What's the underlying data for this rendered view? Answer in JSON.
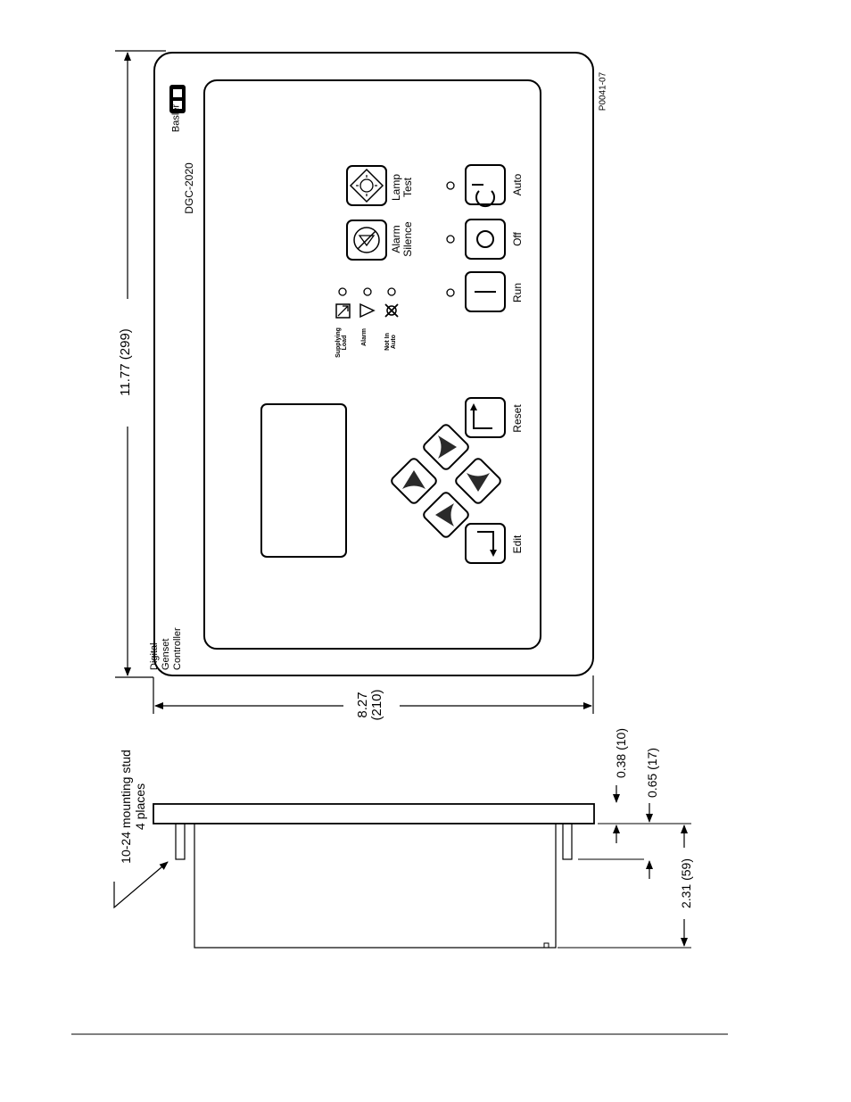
{
  "figure_id": "P0041-07",
  "brand": "Basler",
  "model": "DGC-2020",
  "device_name_lines": [
    "Digital",
    "Genset",
    "Controller"
  ],
  "indicators": {
    "supplying_load": [
      "Supplying",
      "Load"
    ],
    "alarm": "Alarm",
    "not_in_auto": [
      "Not In",
      "Auto"
    ]
  },
  "buttons": {
    "alarm_silence": [
      "Alarm",
      "Silence"
    ],
    "lamp_test": [
      "Lamp",
      "Test"
    ],
    "run": "Run",
    "off": "Off",
    "auto": "Auto",
    "reset": "Reset",
    "edit": "Edit"
  },
  "dimensions": {
    "height": "11.77 (299)",
    "width": [
      "8.27",
      "(210)"
    ],
    "flange_top": "0.38 (10)",
    "flange_total": "0.65 (17)",
    "depth": "2.31 (59)"
  },
  "callout": [
    "10-24 mounting stud",
    "4 places"
  ],
  "colors": {
    "line": "#000000",
    "arrow_fill": "#2a2a2a",
    "background": "#ffffff"
  }
}
